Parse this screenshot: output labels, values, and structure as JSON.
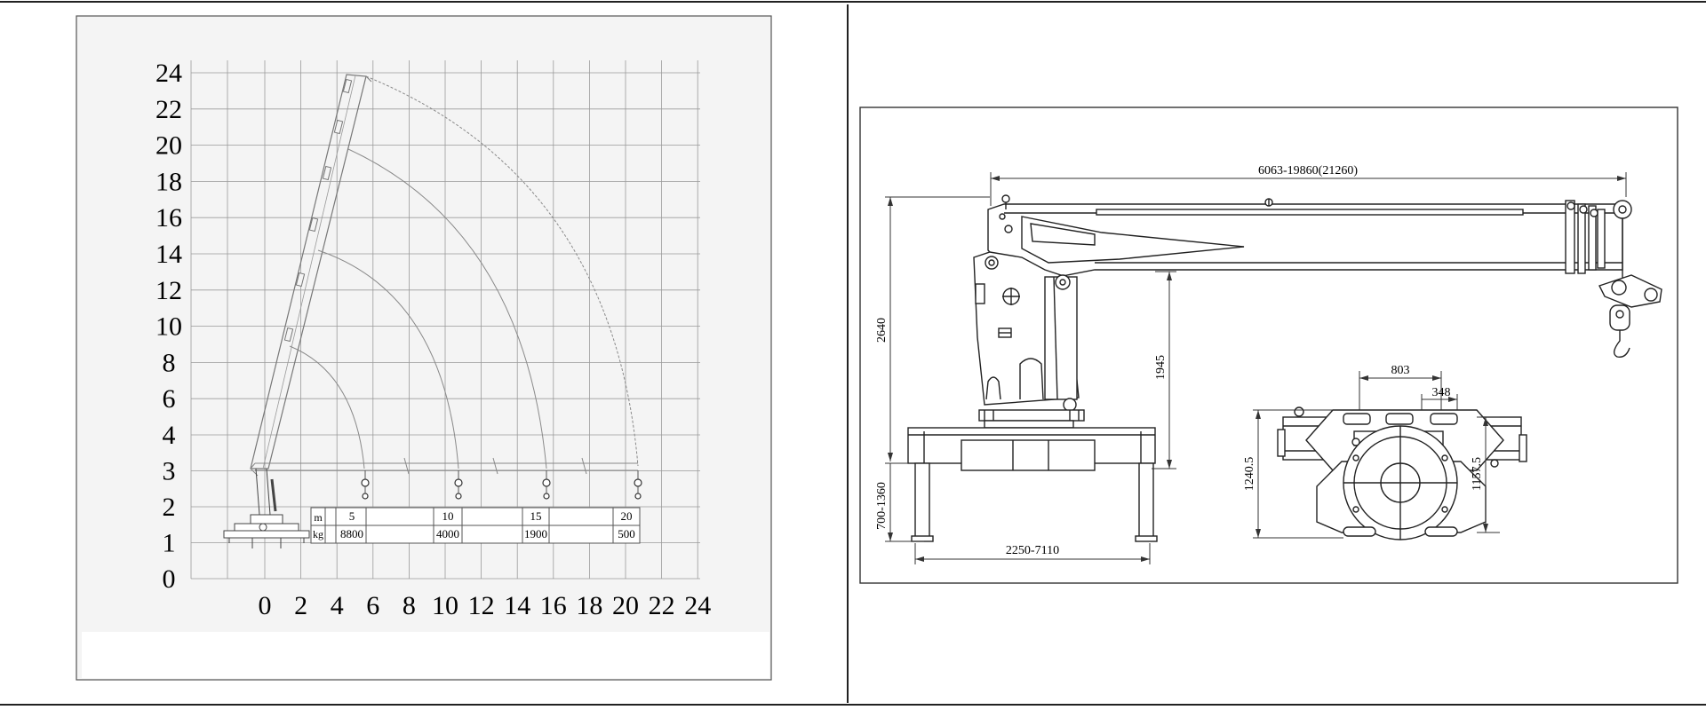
{
  "load_chart": {
    "y_ticks": [
      "24",
      "22",
      "20",
      "18",
      "16",
      "14",
      "12",
      "10",
      "8",
      "6",
      "4",
      "3",
      "2",
      "1",
      "0"
    ],
    "x_ticks": [
      "0",
      "2",
      "4",
      "6",
      "8",
      "10",
      "12",
      "14",
      "16",
      "18",
      "20",
      "22",
      "24"
    ],
    "table_unit_m": "m",
    "table_unit_kg": "kg",
    "capacities": [
      {
        "m": "5",
        "kg": "8800"
      },
      {
        "m": "10",
        "kg": "4000"
      },
      {
        "m": "15",
        "kg": "1900"
      },
      {
        "m": "20",
        "kg": "500"
      }
    ]
  },
  "side_view": {
    "boom_length": "6063-19860(21260)",
    "height_total": "2640",
    "height_pivot": "1945",
    "outrigger_height": "700-1360",
    "outrigger_span": "2250-7110"
  },
  "plan_view": {
    "width_top": "803",
    "width_inner": "348",
    "depth_outer": "1240.5",
    "depth_inner": "1157.5"
  }
}
